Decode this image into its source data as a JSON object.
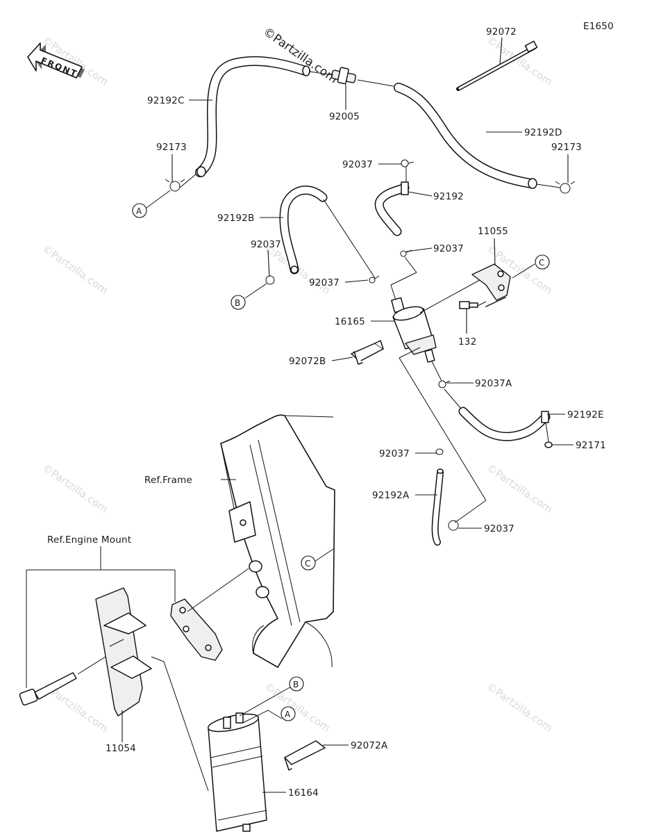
{
  "diagram_code": "E1650",
  "front_label": "FRONT",
  "watermark_top": "©Partzilla.com",
  "watermark_repeat": "©Partzilla.com",
  "callouts": {
    "a": "A",
    "b": "B",
    "c": "C"
  },
  "labels": {
    "p92072": "92072",
    "p92192C": "92192C",
    "p92005": "92005",
    "p92192D": "92192D",
    "p92173_left": "92173",
    "p92173_right": "92173",
    "p92037_top": "92037",
    "p92192": "92192",
    "p92192B": "92192B",
    "p92037_right": "92037",
    "p11055": "11055",
    "p92037_b": "92037",
    "p92037_mid": "92037",
    "p16165": "16165",
    "p132": "132",
    "p92072B": "92072B",
    "p92037A": "92037A",
    "p92192E": "92192E",
    "p92171": "92171",
    "p92037_low": "92037",
    "p92192A": "92192A",
    "p92037_bottom": "92037",
    "ref_frame": "Ref.Frame",
    "ref_engine_mount": "Ref.Engine Mount",
    "p11054": "11054",
    "p92072A": "92072A",
    "p16164": "16164"
  }
}
